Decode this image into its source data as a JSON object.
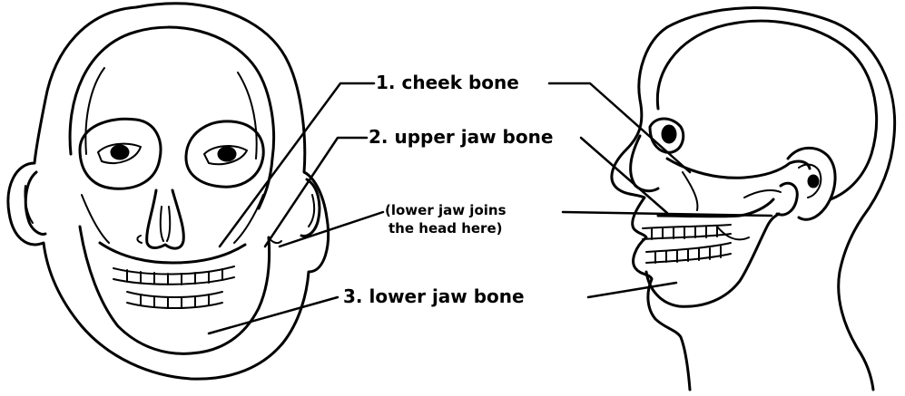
{
  "labels": {
    "cheek_bone": "1. cheek bone",
    "upper_jaw_bone": "2. upper jaw bone",
    "lower_jaw_joins_line1": "(lower jaw joins",
    "lower_jaw_joins_line2": "the head here)",
    "lower_jaw_bone": "3. lower jaw bone"
  },
  "colors": {
    "ink": "#000000",
    "background": "#ffffff"
  }
}
